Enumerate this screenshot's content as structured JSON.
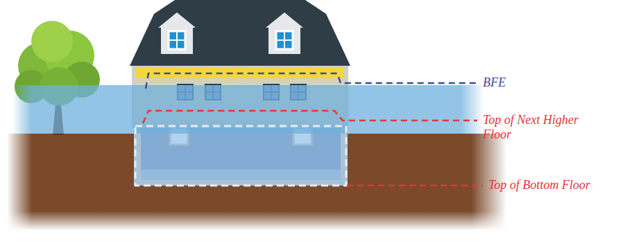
{
  "diagram": {
    "labels": [
      "BFE",
      "Top of Next Higher Floor",
      "Top of Bottom Floor"
    ]
  }
}
